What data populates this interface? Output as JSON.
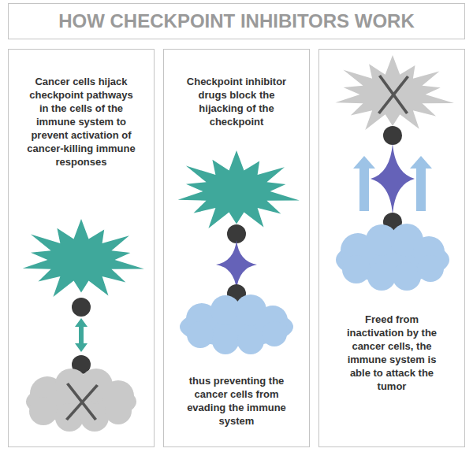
{
  "diagram": {
    "title": "HOW CHECKPOINT INHIBITORS WORK",
    "nodes": [
      {
        "text": [
          "Cancer cells hijack checkpoint pathways in the cells of the immune system to prevent activation of cancer-killing immune responses"
        ]
      },
      {
        "text": [
          "Checkpoint inhibitor drugs block the hijacking of the checkpoint",
          "thus preventing the cancer cells from evading the immune system"
        ]
      },
      {
        "text": [
          "Freed from inactivation by the cancer cells, the immune system is able to attack the tumor"
        ]
      }
    ]
  }
}
